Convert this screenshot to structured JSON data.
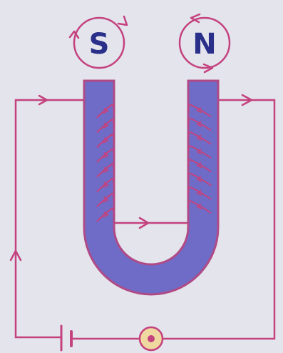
{
  "poles": {
    "left_label": "S",
    "right_label": "N"
  },
  "colors": {
    "background": "#e3e4ec",
    "wire": "#c4427e",
    "core_fill": "#6f6cc8",
    "core_outline": "#b04a86",
    "pole_letter": "#2a2f8a",
    "pole_ring": "#c4427e",
    "meter_fill": "#f0d9a0"
  },
  "icons": {
    "left_pole": "south-pole-icon",
    "right_pole": "north-pole-icon",
    "battery": "battery-cell-icon",
    "meter": "ammeter-icon",
    "current_arrow": "current-arrow-icon"
  },
  "coils": {
    "left_turns": 8,
    "right_turns": 8,
    "left_winding": "clockwise",
    "right_winding": "anticlockwise"
  }
}
